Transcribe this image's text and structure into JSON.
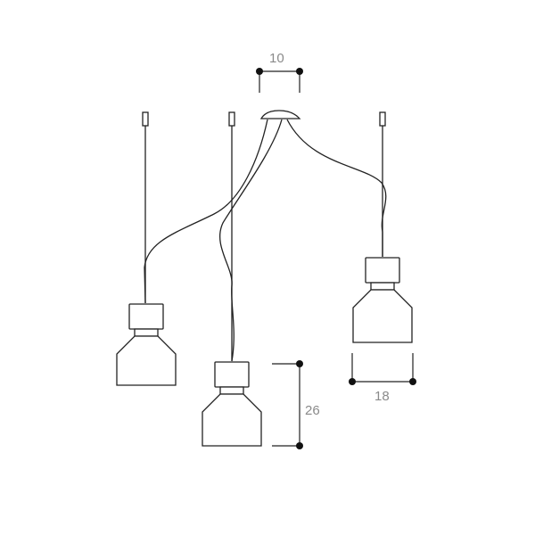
{
  "dimensions": {
    "canopy_width": "10",
    "shade_height": "26",
    "shade_width": "18"
  },
  "colors": {
    "line": "#222222",
    "dim_text": "#8a8a8a",
    "dot": "#111111"
  }
}
